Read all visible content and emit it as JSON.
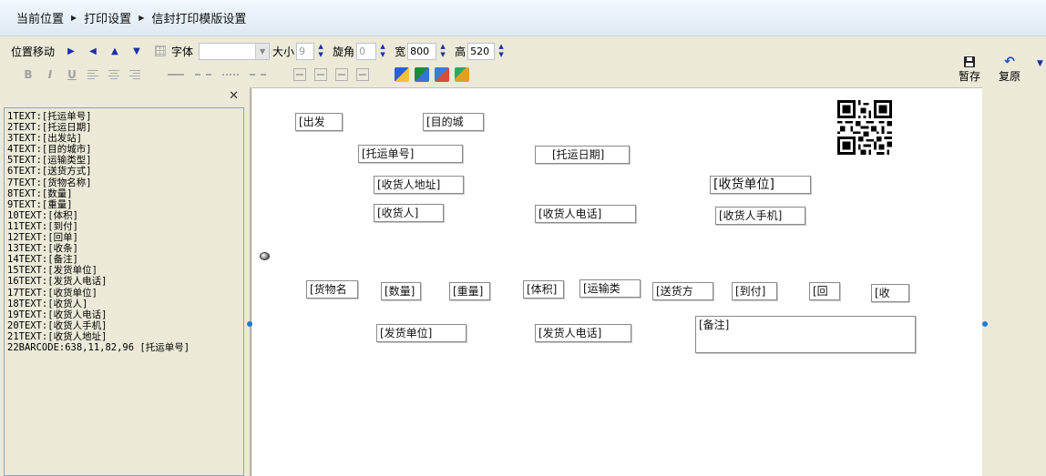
{
  "breadcrumb": {
    "items": [
      "当前位置",
      "打印设置",
      "信封打印模版设置"
    ]
  },
  "toolbar": {
    "position_label": "位置移动",
    "font_label": "字体",
    "font_value": "",
    "size_label": "大小",
    "size_value": "9",
    "rotation_label": "旋角",
    "rotation_value": "0",
    "width_label": "宽",
    "width_value": "800",
    "height_label": "高",
    "height_value": "520",
    "save_label": "暂存",
    "restore_label": "复原"
  },
  "field_list": [
    "1TEXT:[托运单号]",
    "2TEXT:[托运日期]",
    "3TEXT:[出发站]",
    "4TEXT:[目的城市]",
    "5TEXT:[运输类型]",
    "6TEXT:[送货方式]",
    "7TEXT:[货物名称]",
    "8TEXT:[数量]",
    "9TEXT:[重量]",
    "10TEXT:[体积]",
    "11TEXT:[到付]",
    "12TEXT:[回单]",
    "13TEXT:[收条]",
    "14TEXT:[备注]",
    "15TEXT:[发货单位]",
    "16TEXT:[发货人电话]",
    "17TEXT:[收货单位]",
    "18TEXT:[收货人]",
    "19TEXT:[收货人电话]",
    "20TEXT:[收货人手机]",
    "21TEXT:[收货人地址]",
    "22BARCODE:638,11,82,96 [托运单号]"
  ],
  "canvas_fields": {
    "f_chufa": "[出发",
    "f_mudi": "[目的城",
    "f_danhao": "[托运单号]",
    "f_riqi": "[托运日期]",
    "f_dizhi": "[收货人地址]",
    "f_danwei": "[收货单位]",
    "f_shouhuoren": "[收货人]",
    "f_dianhua": "[收货人电话]",
    "f_shouji": "[收货人手机]",
    "f_huowu": "[货物名",
    "f_shuliang": "[数量]",
    "f_zhongliang": "[重量]",
    "f_tiji": "[体积]",
    "f_yunshu": "[运输类",
    "f_songhuo": "[送货方",
    "f_daofu": "[到付]",
    "f_huidan": "[回",
    "f_shoutiao": "[收",
    "f_fahuodanwei": "[发货单位]",
    "f_fahuodianhua": "[发货人电话]",
    "f_beizhu": "[备注]"
  },
  "colors": {
    "handle": "#1e7ad6",
    "arrow": "#1a2fa6"
  }
}
